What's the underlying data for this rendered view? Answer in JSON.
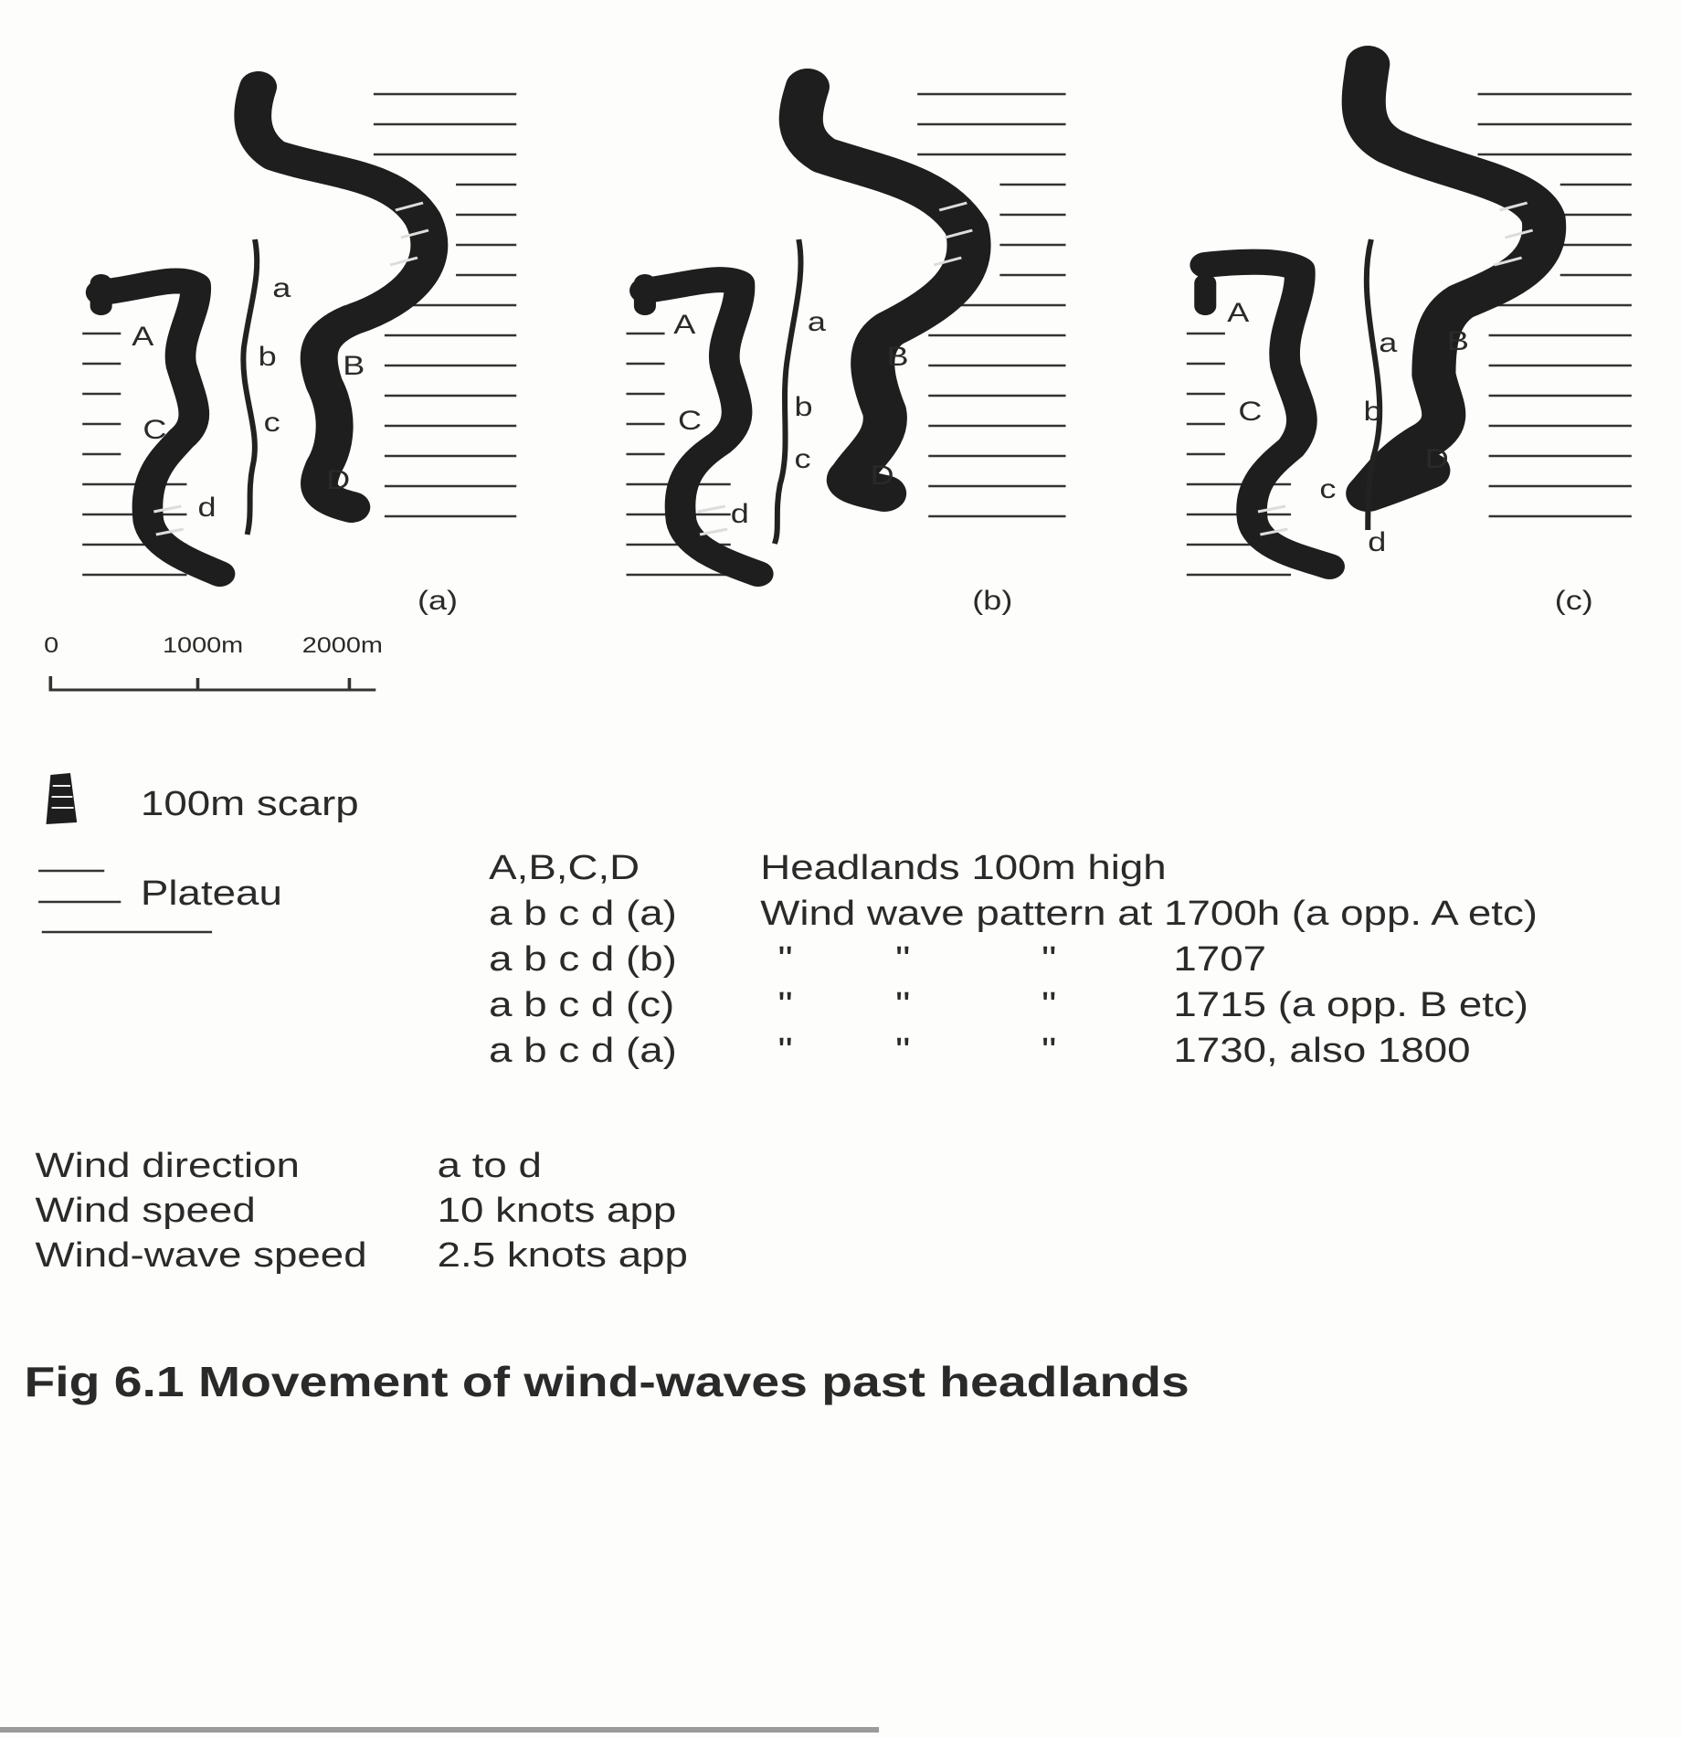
{
  "figure": {
    "caption": "Fig 6.1 Movement of wind-waves past headlands",
    "panels": [
      {
        "id": "(a)",
        "headlands": [
          "A",
          "B",
          "C",
          "D"
        ],
        "waves": [
          "a",
          "b",
          "c",
          "d"
        ]
      },
      {
        "id": "(b)",
        "headlands": [
          "A",
          "B",
          "C",
          "D"
        ],
        "waves": [
          "a",
          "b",
          "c",
          "d"
        ]
      },
      {
        "id": "(c)",
        "headlands": [
          "A",
          "B",
          "C",
          "D"
        ],
        "waves": [
          "a",
          "b",
          "c",
          "d"
        ]
      }
    ],
    "scale_bar": {
      "ticks": [
        "0",
        "1000m",
        "2000m"
      ]
    },
    "legend": {
      "scarp": "100m scarp",
      "plateau": "Plateau"
    },
    "key_table": [
      {
        "code": "A,B,C,D",
        "desc": "Headlands 100m high",
        "q1": "",
        "q2": "",
        "q3": "",
        "time": ""
      },
      {
        "code": "a b c d (a)",
        "desc": "Wind wave pattern at 1700h (a opp. A etc)",
        "q1": "",
        "q2": "",
        "q3": "",
        "time": ""
      },
      {
        "code": "a b c d (b)",
        "desc": "",
        "q1": "\"",
        "q2": "\"",
        "q3": "\"",
        "time": "1707"
      },
      {
        "code": "a b c d (c)",
        "desc": "",
        "q1": "\"",
        "q2": "\"",
        "q3": "\"",
        "time": "1715 (a opp. B etc)"
      },
      {
        "code": "a b c d (a)",
        "desc": "",
        "q1": "\"",
        "q2": "\"",
        "q3": "\"",
        "time": "1730, also 1800"
      }
    ],
    "wind_info": [
      {
        "label": "Wind direction",
        "value": "a to d"
      },
      {
        "label": "Wind speed",
        "value": "10 knots app"
      },
      {
        "label": "Wind-wave speed",
        "value": "2.5 knots app"
      }
    ]
  }
}
